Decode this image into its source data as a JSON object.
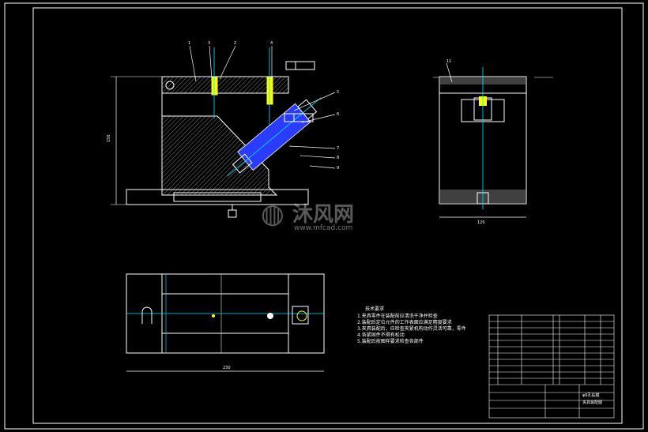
{
  "drawing": {
    "background": "#000000",
    "line_color": "#ffffff",
    "accent_blue": "#2a3cff",
    "accent_cyan": "#00e5ff",
    "accent_yellow": "#ffff00",
    "accent_gray": "#808080"
  },
  "front_view": {
    "part_numbers": [
      "1",
      "3",
      "2",
      "4",
      "5",
      "6",
      "7",
      "8",
      "9"
    ],
    "height_dim": "150"
  },
  "side_view": {
    "part_number": "11",
    "width_dim": "120"
  },
  "top_view": {
    "length_dim": "230"
  },
  "watermark": {
    "brand": "沐风网",
    "url": "www.mfcad.com"
  },
  "notes": {
    "title": "技术要求",
    "lines": [
      "1.夹具零件在装配前应清洗干净并检查",
      "2.装配后定位元件的工作表面应满足精度要求",
      "3.夹具装配后，应检查夹紧机构动作灵活可靠，零件",
      "4.各紧固件不得有松动",
      "5.装配后按图样要求检查各部件"
    ]
  },
  "title_block": {
    "drawing_title": "φ6孔钻模",
    "drawing_subtitle": "夹具装配图"
  }
}
